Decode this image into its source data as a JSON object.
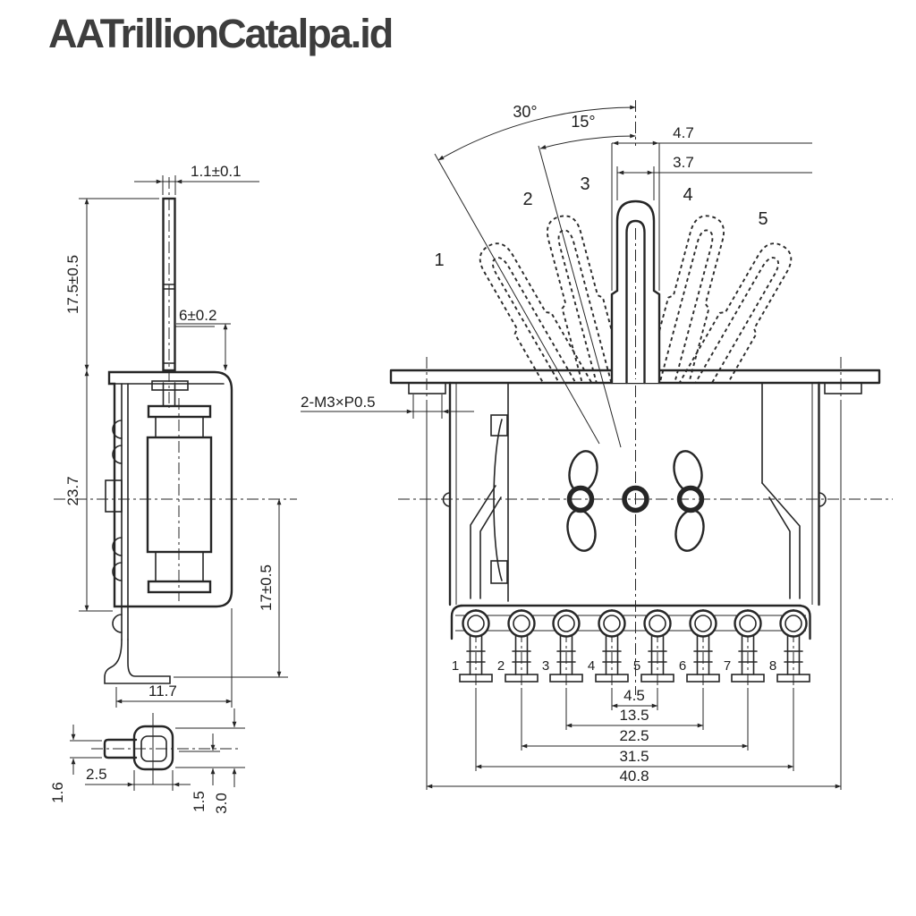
{
  "watermark": "AATrillionCatalpa.id",
  "colors": {
    "line": "#262626",
    "background": "#ffffff",
    "watermark": "#3d3d3d"
  },
  "front_view": {
    "angle_30": "30°",
    "angle_15": "15°",
    "dim_lever_outer": "4.7",
    "dim_lever_inner": "3.7",
    "position_labels": [
      "1",
      "2",
      "3",
      "4",
      "5"
    ],
    "screw_spec": "2-M3×P0.5",
    "terminal_numbers": [
      "1",
      "2",
      "3",
      "4",
      "5",
      "6",
      "7",
      "8"
    ],
    "dim_pitch_1": "4.5",
    "dim_pitch_2": "13.5",
    "dim_pitch_3": "22.5",
    "dim_pitch_4": "31.5",
    "dim_overall": "40.8"
  },
  "side_view": {
    "dim_tip_width": "1.1±0.1",
    "dim_tip_height": "17.5±0.5",
    "dim_tip_lower": "6±0.2",
    "dim_body_height": "23.7",
    "dim_lower_height": "17±0.5",
    "dim_depth": "11.7"
  },
  "lug_view": {
    "dim_neck": "1.6",
    "dim_width": "2.5",
    "dim_inner_height": "1.5",
    "dim_height": "3.0"
  }
}
